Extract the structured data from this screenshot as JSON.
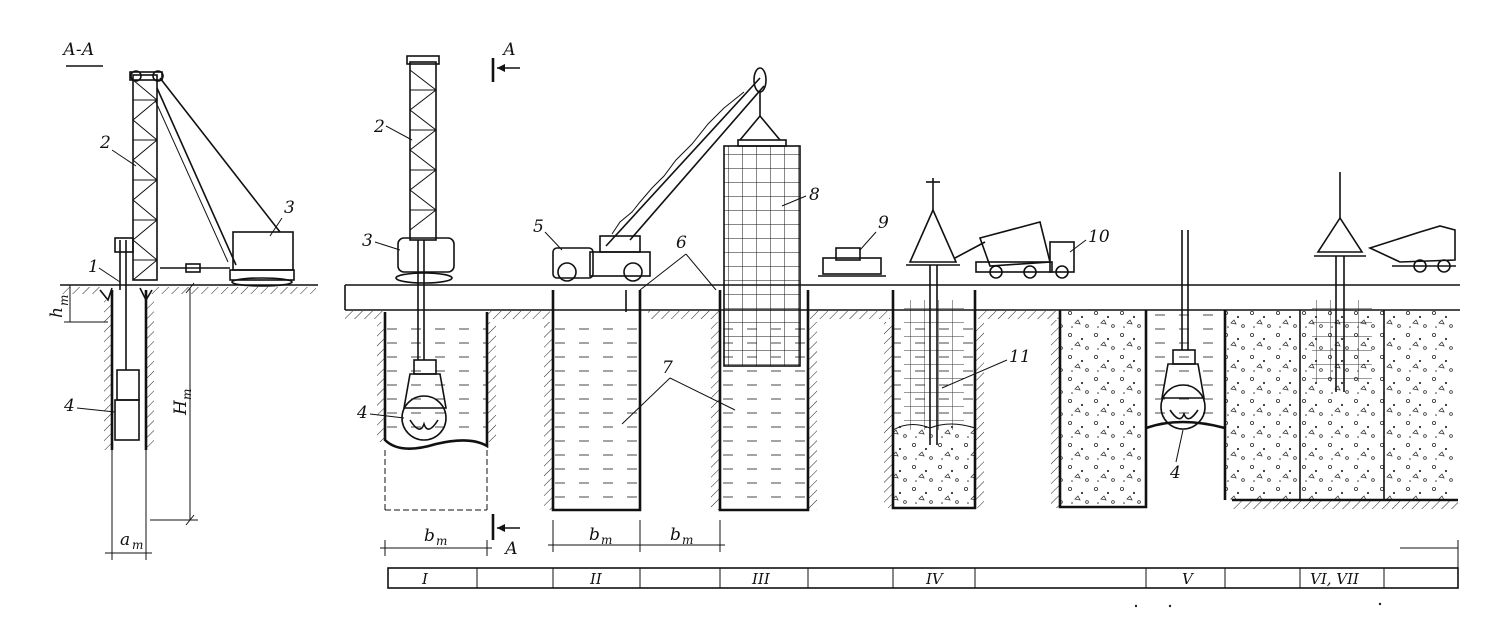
{
  "section": {
    "title": "А-А",
    "marker_top": "А",
    "marker_bottom": "А"
  },
  "dimensions": {
    "h_main": "h",
    "h_sub": "т",
    "H_main": "H",
    "H_sub": "т",
    "a_main": "a",
    "a_sub": "т",
    "b_main": "b",
    "b_sub": "т"
  },
  "callouts": {
    "c1": "1",
    "c2": "2",
    "c3": "3",
    "c4": "4",
    "c5": "5",
    "c6": "6",
    "c7": "7",
    "c8": "8",
    "c9": "9",
    "c10": "10",
    "c11": "11"
  },
  "stages": [
    "I",
    "II",
    "III",
    "IV",
    "V",
    "VI, VII"
  ]
}
